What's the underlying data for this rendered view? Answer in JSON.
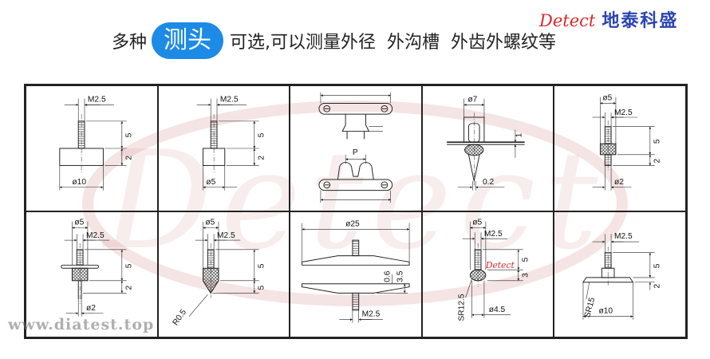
{
  "brand": {
    "en": "Detect",
    "cn": "地泰科盛"
  },
  "title": {
    "prefix": "多种",
    "highlight": "测头",
    "suffix": "可选,可以测量外径  外沟槽  外齿外螺纹等"
  },
  "watermark": {
    "text": "Detect",
    "site": "www.diatest.top"
  },
  "colors": {
    "highlight": "#1d8be6",
    "brand_en": "#d42a2a",
    "brand_cn": "#2a45b0",
    "watermark": "#be5a5a"
  },
  "cells": [
    {
      "labels": [
        "M2.5",
        "5",
        "2",
        "ø10"
      ]
    },
    {
      "labels": [
        "M2.5",
        "5",
        "2",
        "ø5"
      ]
    },
    {
      "labels": [
        "P"
      ]
    },
    {
      "labels": [
        "ø7",
        "1",
        "0.2"
      ]
    },
    {
      "labels": [
        "ø5",
        "M2.5",
        "5",
        "2",
        "ø2"
      ]
    },
    {
      "labels": [
        "ø5",
        "M2.5",
        "5",
        "2",
        "ø2"
      ]
    },
    {
      "labels": [
        "ø5",
        "M2.5",
        "5",
        "5",
        "R0.5"
      ]
    },
    {
      "labels": [
        "ø25",
        "0.6",
        "3.5",
        "M2.5"
      ]
    },
    {
      "labels": [
        "ø5",
        "M2.5",
        "5",
        "3",
        "SR12.5",
        "ø4.5",
        "Detect"
      ]
    },
    {
      "labels": [
        "M2.5",
        "5",
        "2",
        "SR15",
        "ø10"
      ]
    }
  ]
}
